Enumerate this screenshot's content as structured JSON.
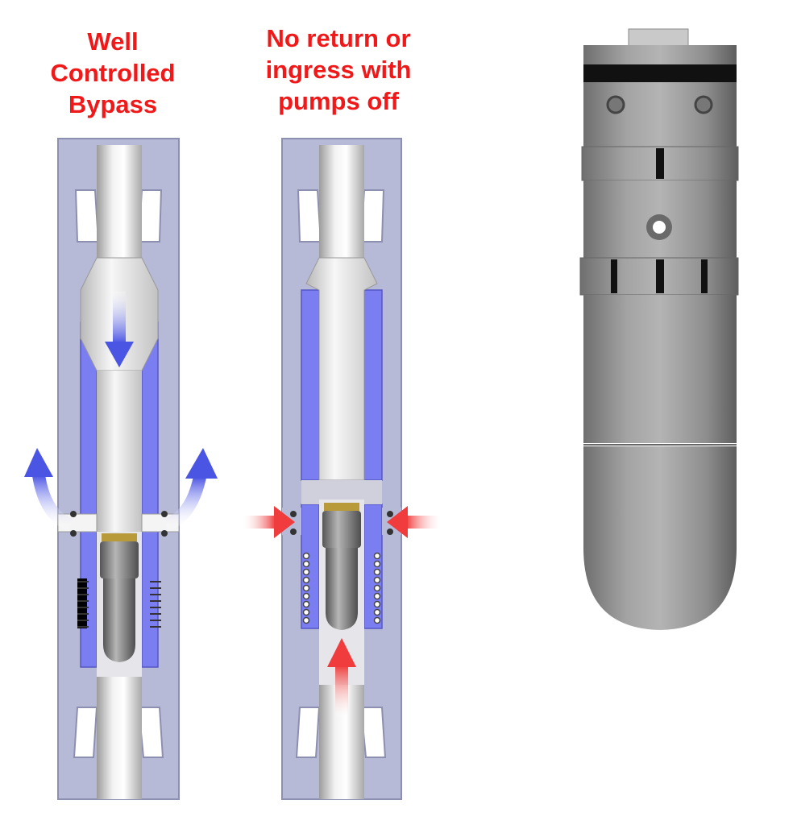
{
  "captions": {
    "left": [
      "Well",
      "Controlled",
      "Bypass"
    ],
    "middle": [
      "No return or",
      "ingress with",
      "pumps off"
    ]
  },
  "colors": {
    "caption_red": "#f01818",
    "housing": "#b5b9d6",
    "sleeve": "#7b7df0",
    "flow_blue": "#5a63e6",
    "flow_red": "#f04a4a",
    "metal": "#9a9a9a"
  },
  "icons": [
    "arrow-down-flow",
    "arrow-curved-out-flow",
    "arrow-inflow",
    "arrow-up-flow"
  ]
}
